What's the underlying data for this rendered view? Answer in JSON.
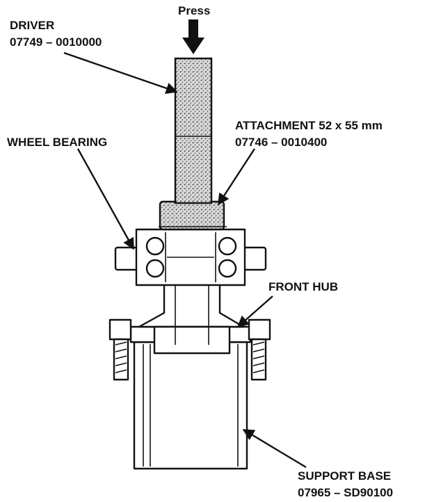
{
  "labels": {
    "press": "Press",
    "driver_name": "DRIVER",
    "driver_part": "07749 – 0010000",
    "attachment_name": "ATTACHMENT 52 x 55 mm",
    "attachment_part": "07746 – 0010400",
    "wheel_bearing": "WHEEL BEARING",
    "front_hub": "FRONT HUB",
    "support_base_name": "SUPPORT BASE",
    "support_base_part": "07965 – SD90100"
  },
  "icons": {
    "press_arrow": "down-arrow-icon"
  }
}
